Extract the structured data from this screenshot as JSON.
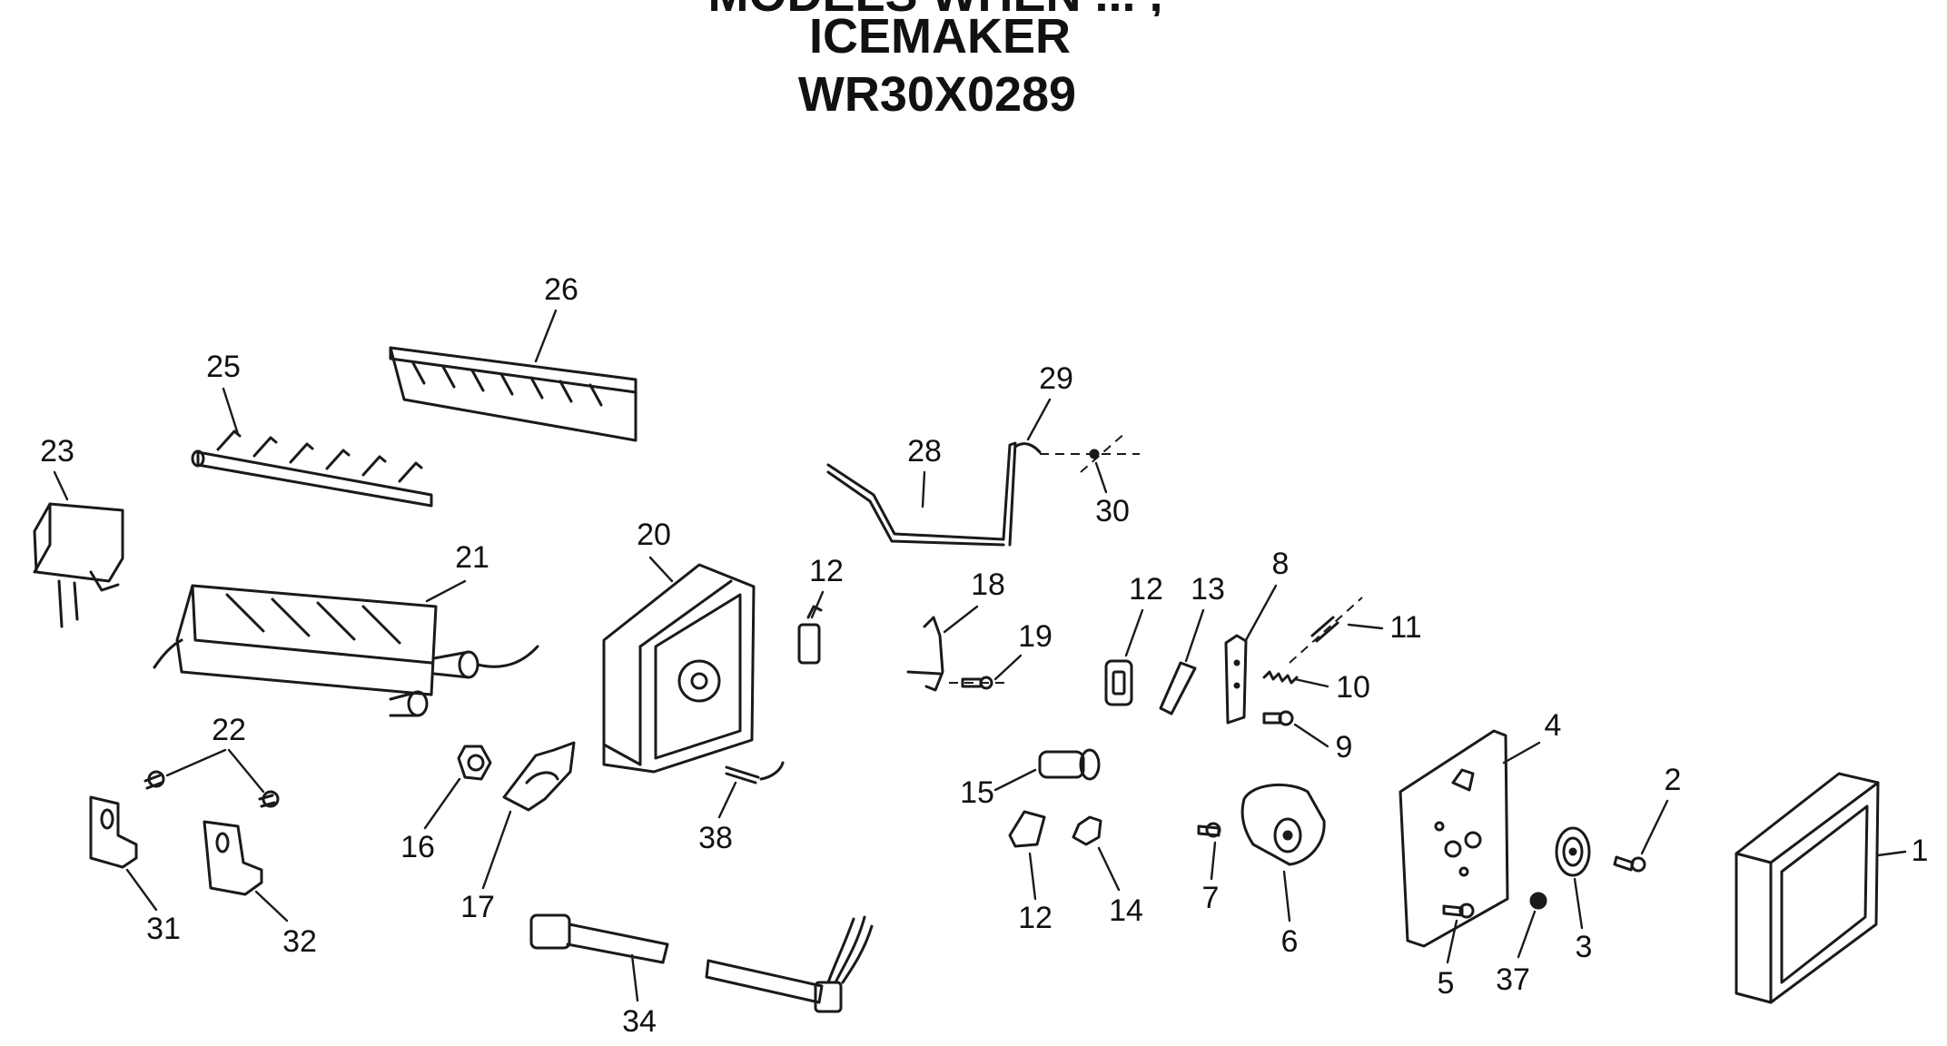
{
  "title": {
    "top_line_partial": "MODELS WHEN ... ,",
    "line1": "ICEMAKER",
    "line2": "WR30X0289"
  },
  "callouts": {
    "c1": "1",
    "c2": "2",
    "c3": "3",
    "c4": "4",
    "c5": "5",
    "c6": "6",
    "c7": "7",
    "c8": "8",
    "c9": "9",
    "c10": "10",
    "c11": "11",
    "c12a": "12",
    "c12b": "12",
    "c12c": "12",
    "c13": "13",
    "c14": "14",
    "c15": "15",
    "c16": "16",
    "c17": "17",
    "c18": "18",
    "c19": "19",
    "c20": "20",
    "c21": "21",
    "c22": "22",
    "c23": "23",
    "c25": "25",
    "c26": "26",
    "c28": "28",
    "c29": "29",
    "c30": "30",
    "c31": "31",
    "c32": "32",
    "c34": "34",
    "c37": "37",
    "c38": "38"
  }
}
